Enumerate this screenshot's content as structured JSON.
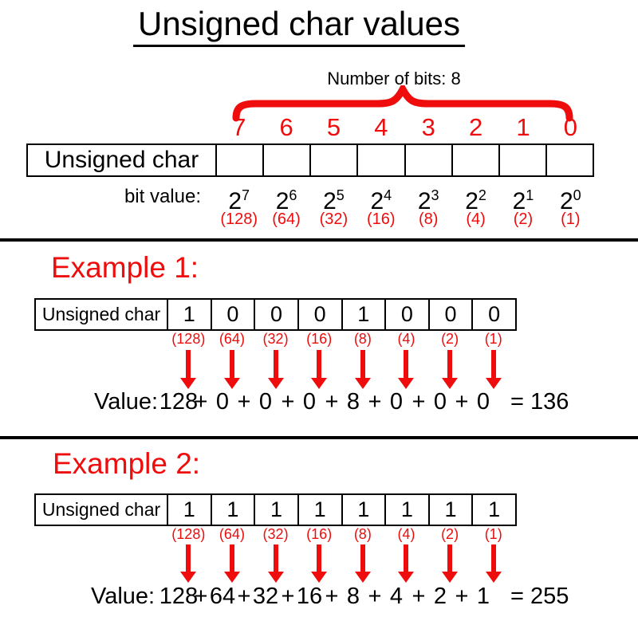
{
  "title": "Unsigned char values",
  "colors": {
    "red": "#ee0c0c",
    "black": "#000000"
  },
  "reference": {
    "bits_annotation": "Number of bits: 8",
    "bit_indices": [
      "7",
      "6",
      "5",
      "4",
      "3",
      "2",
      "1",
      "0"
    ],
    "row_label": "Unsigned char",
    "bit_value_label": "bit value:",
    "powers": [
      {
        "base": "2",
        "exp": "7"
      },
      {
        "base": "2",
        "exp": "6"
      },
      {
        "base": "2",
        "exp": "5"
      },
      {
        "base": "2",
        "exp": "4"
      },
      {
        "base": "2",
        "exp": "3"
      },
      {
        "base": "2",
        "exp": "2"
      },
      {
        "base": "2",
        "exp": "1"
      },
      {
        "base": "2",
        "exp": "0"
      }
    ],
    "decimal_values": [
      "(128)",
      "(64)",
      "(32)",
      "(16)",
      "(8)",
      "(4)",
      "(2)",
      "(1)"
    ]
  },
  "example1": {
    "heading": "Example 1:",
    "row_label": "Unsigned char",
    "bits": [
      "1",
      "0",
      "0",
      "0",
      "1",
      "0",
      "0",
      "0"
    ],
    "decimal_values": [
      "(128)",
      "(64)",
      "(32)",
      "(16)",
      "(8)",
      "(4)",
      "(2)",
      "(1)"
    ],
    "value_label": "Value:",
    "plus": "+",
    "addends": [
      "128",
      "0",
      "0",
      "0",
      "8",
      "0",
      "0",
      "0"
    ],
    "result": "= 136"
  },
  "example2": {
    "heading": "Example 2:",
    "row_label": "Unsigned char",
    "bits": [
      "1",
      "1",
      "1",
      "1",
      "1",
      "1",
      "1",
      "1"
    ],
    "decimal_values": [
      "(128)",
      "(64)",
      "(32)",
      "(16)",
      "(8)",
      "(4)",
      "(2)",
      "(1)"
    ],
    "value_label": "Value:",
    "plus": "+",
    "addends": [
      "128",
      "64",
      "32",
      "16",
      "8",
      "4",
      "2",
      "1"
    ],
    "result": "= 255"
  }
}
